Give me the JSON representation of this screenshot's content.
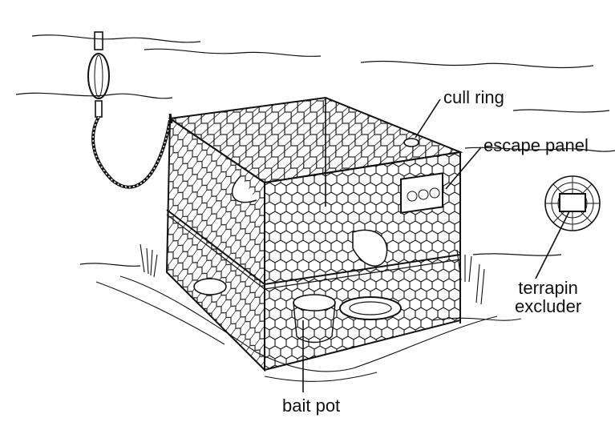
{
  "labels": {
    "cull_ring": "cull ring",
    "escape_panel": "escape panel",
    "terrapin_line1": "terrapin",
    "terrapin_line2": "excluder",
    "bait_pot": "bait pot"
  },
  "colors": {
    "ink": "#111111",
    "background": "#ffffff"
  }
}
